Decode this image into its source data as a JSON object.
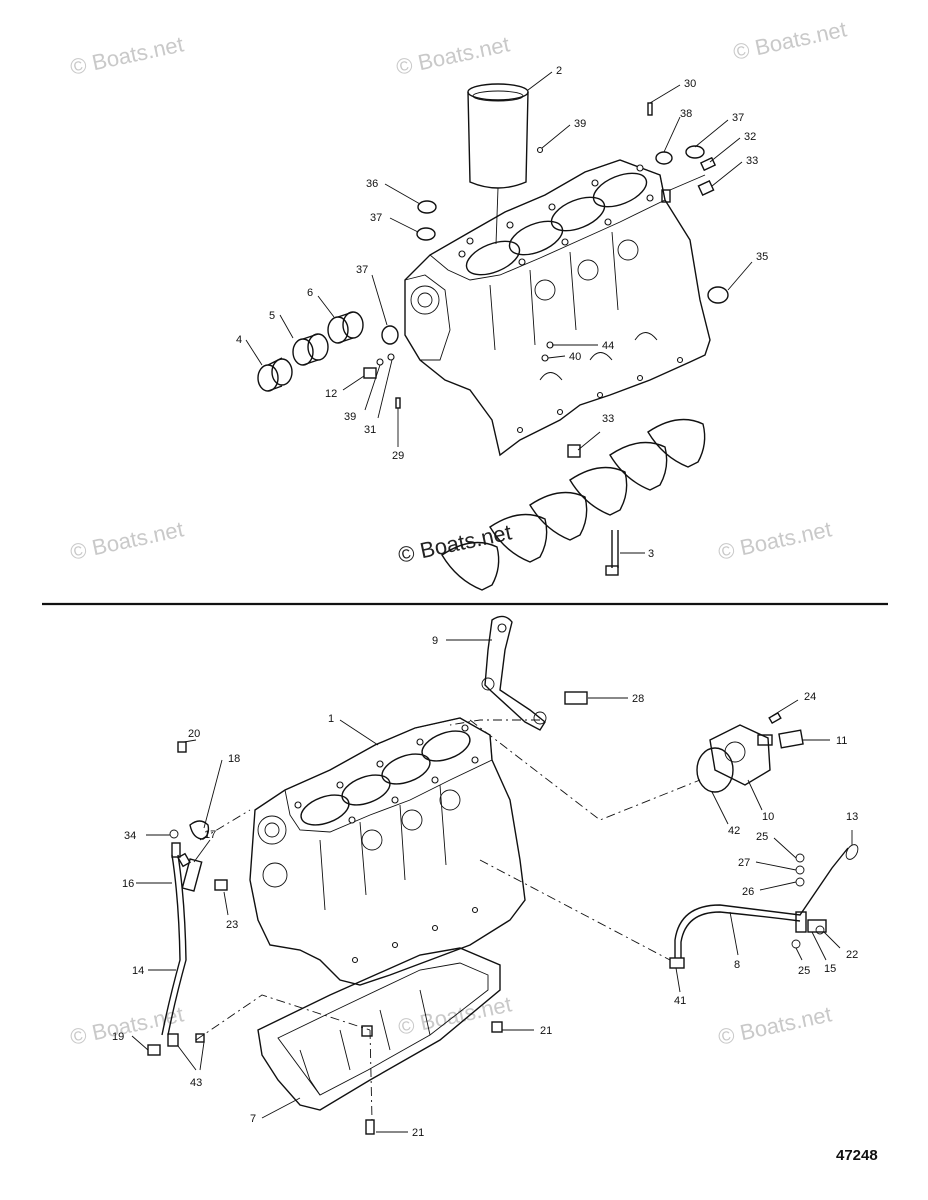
{
  "figure_number": "47248",
  "watermarks": [
    "© Boats.net",
    "© Boats.net",
    "© Boats.net",
    "© Boats.net",
    "© Boats.net",
    "© Boats.net",
    "© Boats.net",
    "© Boats.net",
    "© Boats.net"
  ],
  "callouts_top": [
    "2",
    "30",
    "38",
    "37",
    "32",
    "33",
    "39",
    "36",
    "37",
    "35",
    "37",
    "6",
    "5",
    "4",
    "44",
    "40",
    "12",
    "39",
    "31",
    "29",
    "33",
    "3"
  ],
  "callouts_bottom": [
    "9",
    "28",
    "24",
    "11",
    "1",
    "20",
    "18",
    "10",
    "42",
    "13",
    "34",
    "17",
    "25",
    "27",
    "16",
    "26",
    "23",
    "8",
    "22",
    "14",
    "25",
    "15",
    "41",
    "21",
    "19",
    "43",
    "7",
    "21"
  ]
}
